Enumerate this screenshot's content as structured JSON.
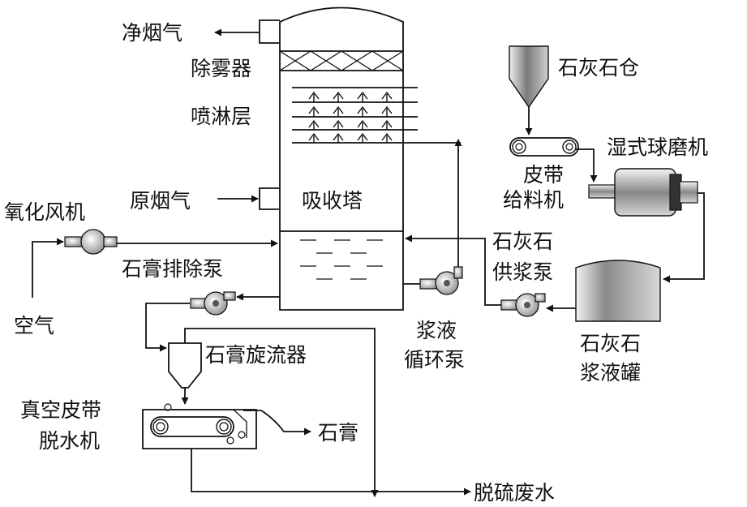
{
  "labels": {
    "clean_flue_gas": "净烟气",
    "demister": "除雾器",
    "spray_layer": "喷淋层",
    "raw_flue_gas": "原烟气",
    "absorber": "吸收塔",
    "limestone_silo": "石灰石仓",
    "wet_ball_mill": "湿式球磨机",
    "belt_feeder_1": "皮带",
    "belt_feeder_2": "给料机",
    "oxidation_fan": "氧化风机",
    "gypsum_discharge_pump": "石膏排除泵",
    "limestone_supply_pump_1": "石灰石",
    "limestone_supply_pump_2": "供浆泵",
    "slurry_circulation_pump_1": "浆液",
    "slurry_circulation_pump_2": "循环泵",
    "limestone_slurry_tank_1": "石灰石",
    "limestone_slurry_tank_2": "浆液罐",
    "air": "空气",
    "gypsum_hydrocyclone": "石膏旋流器",
    "vacuum_belt_dewaterer_1": "真空皮带",
    "vacuum_belt_dewaterer_2": "脱水机",
    "gypsum": "石膏",
    "desulfurization_wastewater": "脱硫废水"
  }
}
